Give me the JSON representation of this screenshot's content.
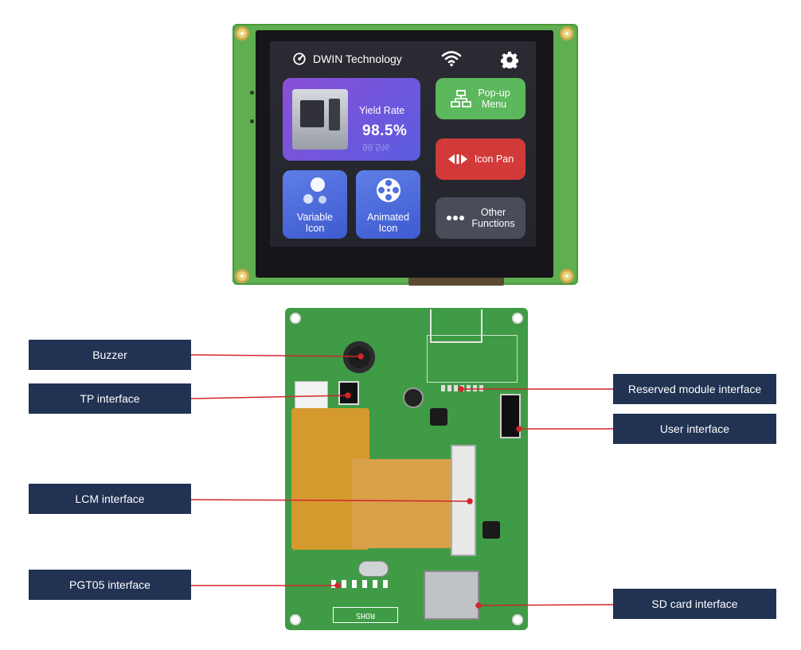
{
  "device": {
    "brand_text": "DWIN Technology",
    "screen": {
      "yield_label": "Yield Rate",
      "yield_value": "98.5%",
      "popup_label_line1": "Pop-up",
      "popup_label_line2": "Menu",
      "iconpan_label": "Icon Pan",
      "variable_label_line1": "Variable",
      "variable_label_line2": "Icon",
      "animated_label_line1": "Animated",
      "animated_label_line2": "Icon",
      "other_label_line1": "Other",
      "other_label_line2": "Functions"
    },
    "icons": [
      "dwin-logo-icon",
      "wifi-icon",
      "gear-icon",
      "org-chart-icon",
      "arrows-icon",
      "circles-icon",
      "film-reel-icon",
      "dots-icon"
    ],
    "colors": {
      "pcb_green": "#5fae4f",
      "yield_tile": "#8b4fd6",
      "popup_tile": "#5cb85c",
      "iconpan_tile": "#d23a3a",
      "other_tile": "#4a4c5a",
      "blue_tile": "#4f6fe0",
      "label_bg": "#213252",
      "leader_line": "#d1262d"
    }
  },
  "board": {
    "silkscreen": "ROHS"
  },
  "callouts": {
    "buzzer": "Buzzer",
    "tp": "TP interface",
    "lcm": "LCM interface",
    "pgt05": "PGT05 interface",
    "reserved": "Reserved module interface",
    "user": "User interface",
    "sd": "SD card interface"
  }
}
